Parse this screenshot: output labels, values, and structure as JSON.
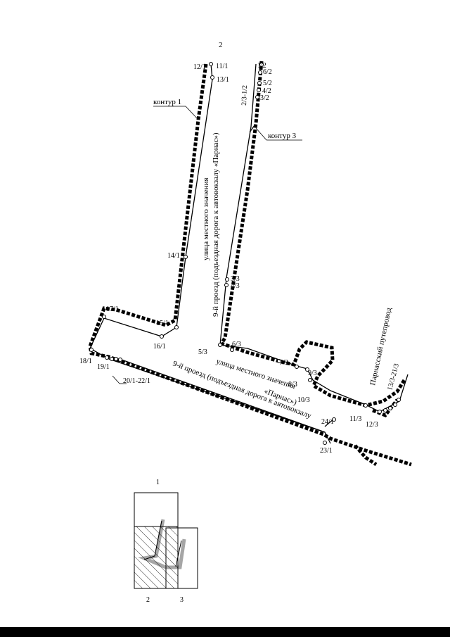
{
  "page_number": "2",
  "contours": {
    "contour_1": "контур 1",
    "contour_3": "контур 3"
  },
  "streets": {
    "local_street_vertical": "улица местного значения",
    "passage_9_vertical": "9-й проезд (подъездная дорога к автовокзалу «Парнас»)",
    "local_street_diagonal": "улица местного значения",
    "passage_9_diagonal_line1": "9-й проезд (подъездная дорога к автовокзалу",
    "passage_9_diagonal_line2": "«Парнас»)",
    "overpass": "Парнасский путепровод"
  },
  "points": {
    "p12_1": "12/1",
    "p11_1": "11/1",
    "p13_1": "13/1",
    "p14_1": "14/1",
    "p15_1": "15/1",
    "p16_1": "16/1",
    "p17_1": "17/1",
    "p18_1": "18/1",
    "p19_1": "19/1",
    "p20_22_1": "20/1-22/1",
    "p23_1": "23/1",
    "p24_1": "24/1",
    "p1_2": "1/2",
    "p2_1_2": "2/3-1/2",
    "p3_2": "3/2",
    "p4_2": "4/2",
    "p5_2": "5/2",
    "p6_2": "6/2",
    "p3_3": "3/3",
    "p4_3": "4/3",
    "p5_3": "5/3",
    "p6_3": "6/3",
    "p7_3": "7/3",
    "p8_3": "8/3",
    "p9_3": "9/3",
    "p10_3": "10/3",
    "p11_3": "11/3",
    "p12_3": "12/3",
    "p13_21_3": "13/3-21/3"
  },
  "key_map": {
    "sheet_top": "1",
    "sheet_left": "2",
    "sheet_right": "3"
  },
  "colors": {
    "line": "#000000",
    "boundary": "#000000",
    "background": "#ffffff"
  }
}
